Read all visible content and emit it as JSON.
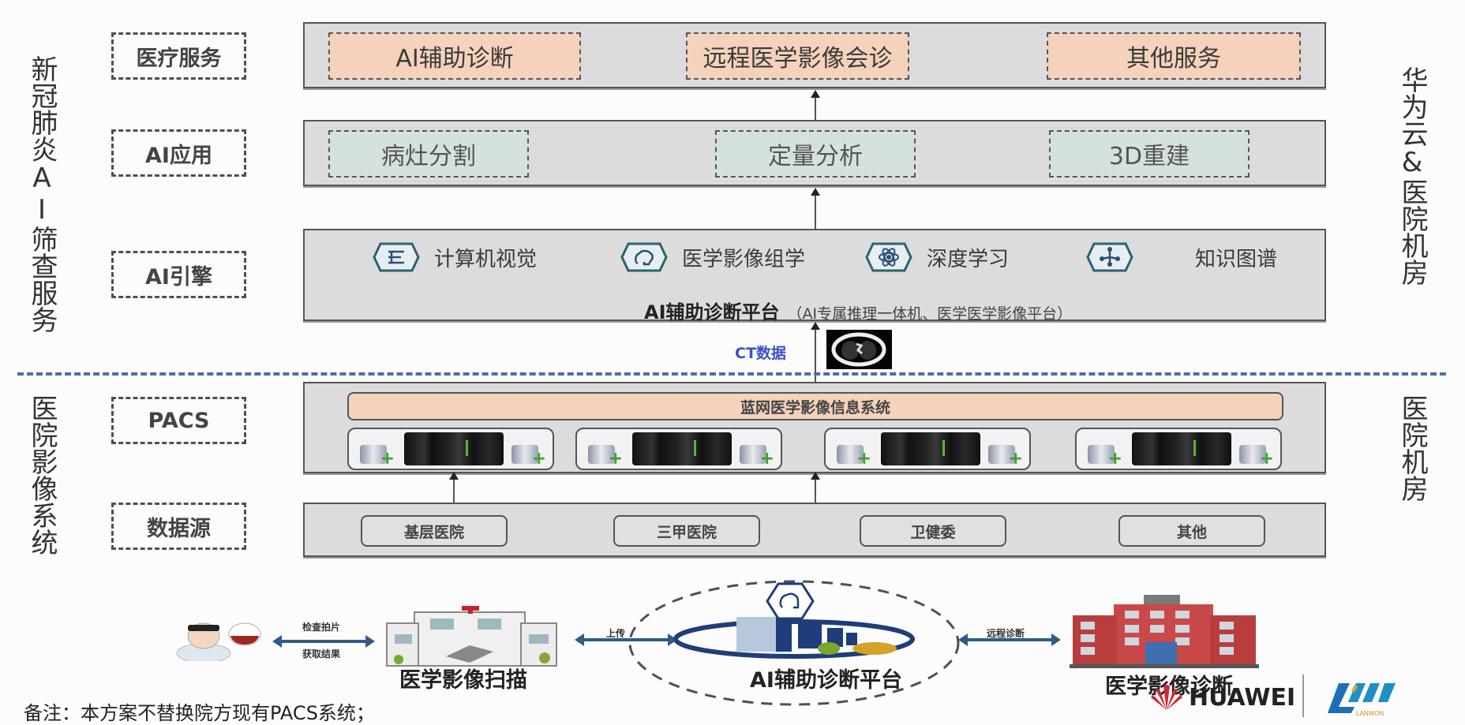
{
  "left_side_labels": {
    "top": "新冠肺炎AI筛查服务",
    "bottom": "医院影像系统"
  },
  "right_side_labels": {
    "top": "华为云&医院机房",
    "bottom": "医院机房"
  },
  "layers": {
    "medical_service": {
      "label": "医疗服务",
      "items": [
        "AI辅助诊断",
        "远程医学影像会诊",
        "其他服务"
      ]
    },
    "ai_application": {
      "label": "AI应用",
      "items": [
        "病灶分割",
        "定量分析",
        "3D重建"
      ]
    },
    "ai_engine": {
      "label": "AI引擎",
      "items": [
        {
          "icon": "computer-vision-icon",
          "text": "计算机视觉"
        },
        {
          "icon": "radiomics-brain-icon",
          "text": "医学影像组学"
        },
        {
          "icon": "deep-learning-atom-icon",
          "text": "深度学习"
        },
        {
          "icon": "knowledge-graph-icon",
          "text": "知识图谱"
        }
      ],
      "platform_title": "AI辅助诊断平台",
      "platform_subtitle": "（AI专属推理一体机、医学医学影像平台）"
    },
    "pacs": {
      "label": "PACS",
      "system_name": "蓝网医学影像信息系统",
      "server_count": 4
    },
    "data_source": {
      "label": "数据源",
      "items": [
        "基层医院",
        "三甲医院",
        "卫健委",
        "其他"
      ]
    }
  },
  "ct_data_label": "CT数据",
  "workflow": {
    "patient_arrow_top": "检查拍片",
    "patient_arrow_bottom": "获取结果",
    "scan_label": "医学影像扫描",
    "upload_label": "上传",
    "platform_label": "AI辅助诊断平台",
    "diagnosis_arrow_label": "远程诊断",
    "diagnosis_label": "医学影像诊断"
  },
  "footer": {
    "note": "备注：本方案不替换院方现有PACS系统；",
    "huawei_logo_text": "HUAWEI",
    "lanwon_logo_text": "LANWON"
  },
  "colors": {
    "peach": "#f5d2bc",
    "mint": "#d5e2dc",
    "layer_gray": "#dcdcdc",
    "divider_blue": "#4a6fa5",
    "ct_label_blue": "#3b4fc9",
    "huawei_red": "#d0282e"
  }
}
